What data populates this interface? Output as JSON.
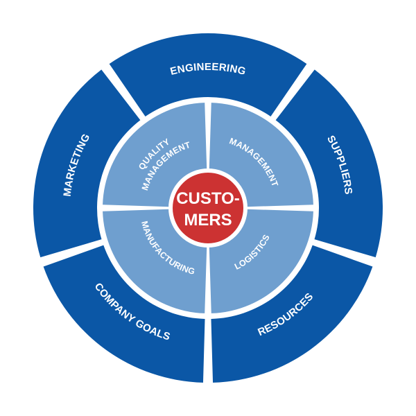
{
  "center": {
    "lines": [
      "CUSTO-",
      "MERS"
    ],
    "color": "#cc3232"
  },
  "outer_ring": {
    "color": "#0b57a6",
    "segments": [
      {
        "label": "ENGINEERING"
      },
      {
        "label": "SUPPLIERS"
      },
      {
        "label": "RESOURCES"
      },
      {
        "label": "COMPANY GOALS"
      },
      {
        "label": "MARKETING"
      }
    ]
  },
  "inner_ring": {
    "color": "#6f9fcf",
    "segments": [
      {
        "lines": [
          "MANAGEMENT"
        ]
      },
      {
        "lines": [
          "LOGISTICS"
        ]
      },
      {
        "lines": [
          "MANUFACTURING"
        ]
      },
      {
        "lines": [
          "QUALITY",
          "MANAGEMENT"
        ]
      }
    ]
  }
}
